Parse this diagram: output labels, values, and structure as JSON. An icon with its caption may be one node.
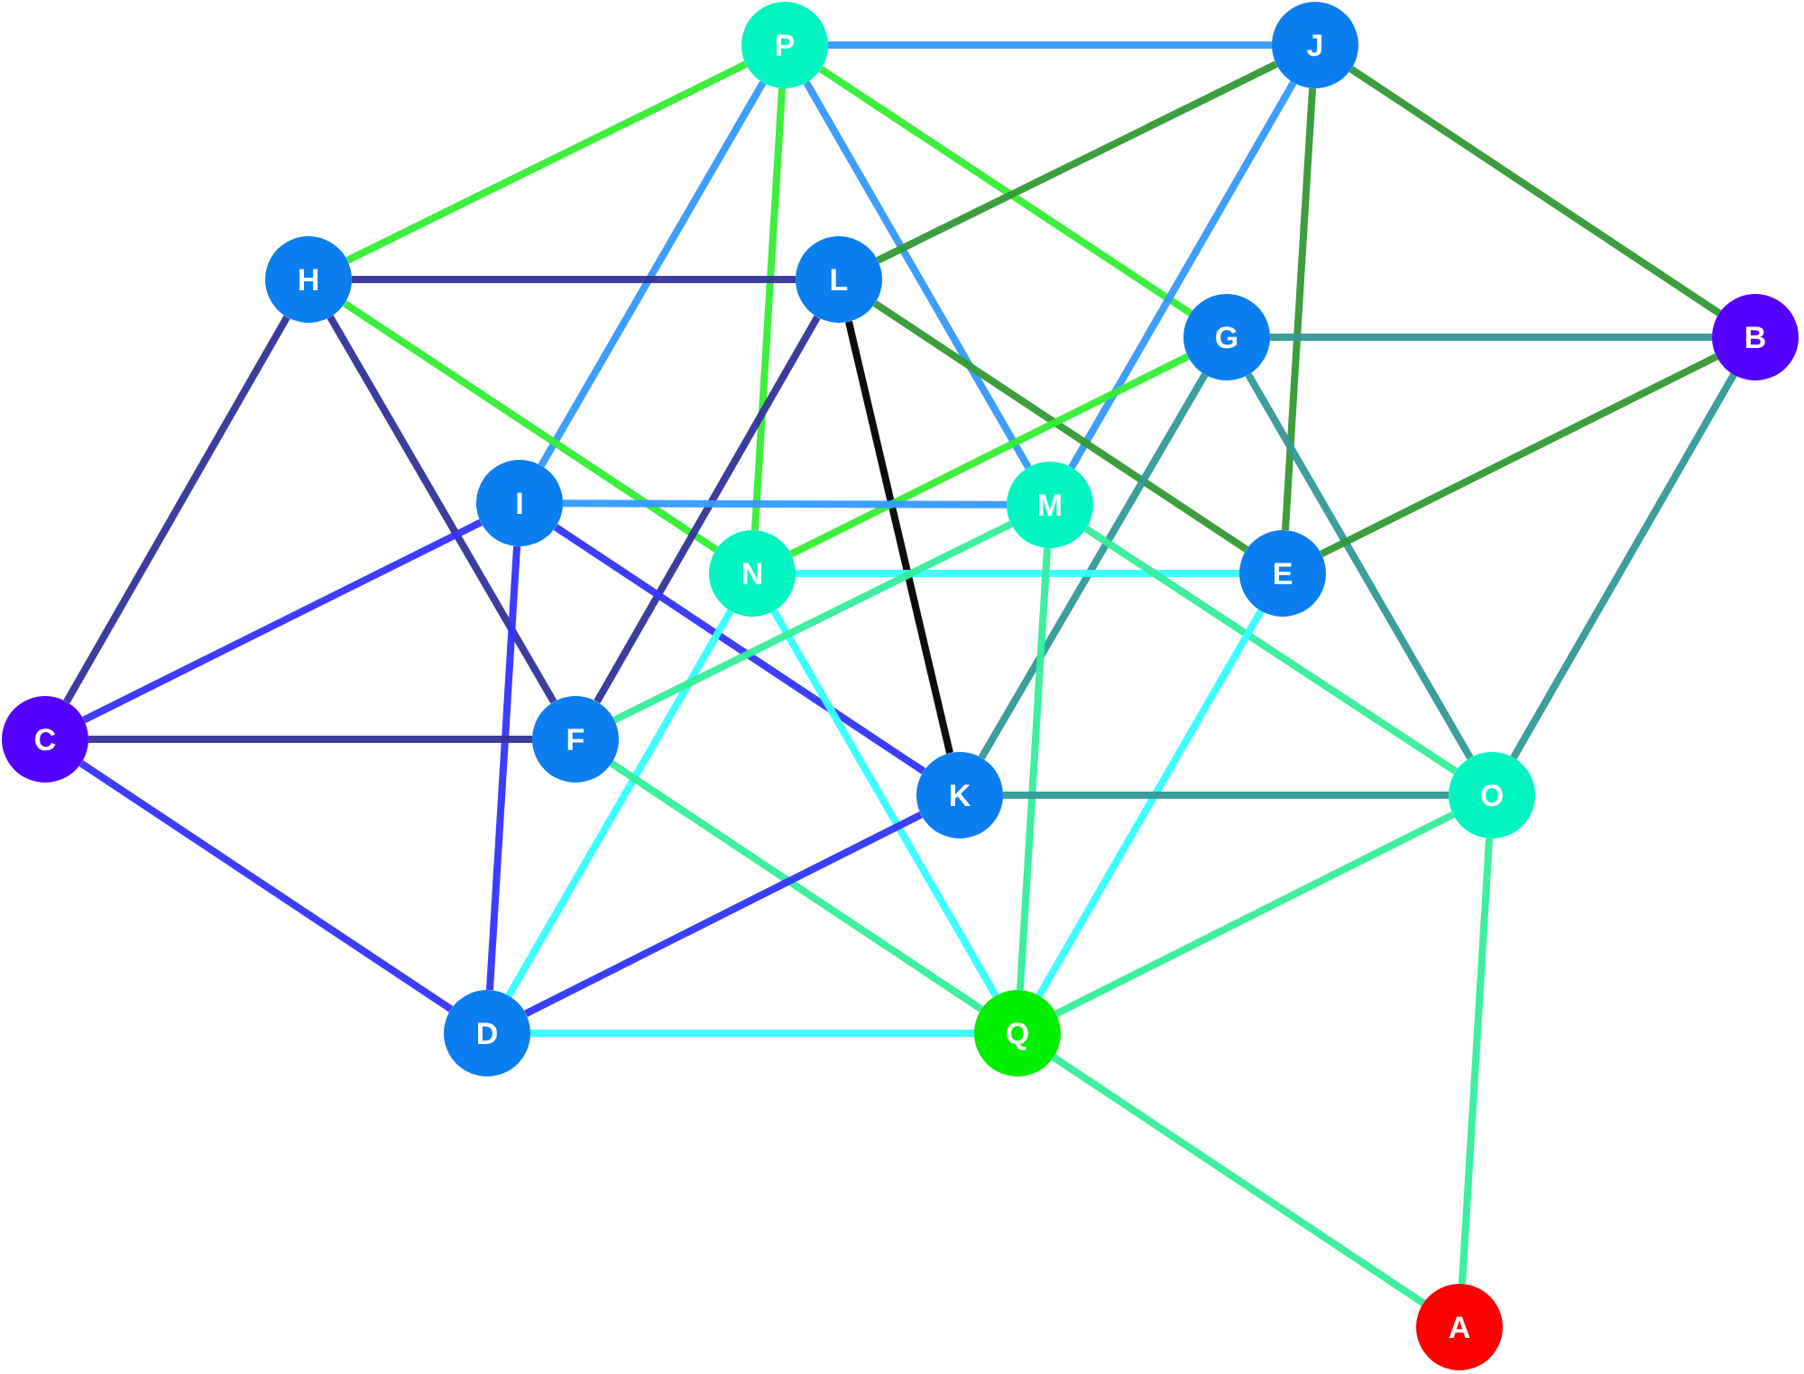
{
  "diagram": {
    "nodes": [
      {
        "text": [
          "P"
        ]
      },
      {
        "text": [
          "J"
        ]
      },
      {
        "text": [
          "H"
        ]
      },
      {
        "text": [
          "L"
        ]
      },
      {
        "text": [
          "G"
        ]
      },
      {
        "text": [
          "B"
        ]
      },
      {
        "text": [
          "I"
        ]
      },
      {
        "text": [
          "M"
        ]
      },
      {
        "text": [
          "N"
        ]
      },
      {
        "text": [
          "E"
        ]
      },
      {
        "text": [
          "C"
        ]
      },
      {
        "text": [
          "F"
        ]
      },
      {
        "text": [
          "K"
        ]
      },
      {
        "text": [
          "O"
        ]
      },
      {
        "text": [
          "D"
        ]
      },
      {
        "text": [
          "Q"
        ]
      },
      {
        "text": [
          "A"
        ]
      }
    ],
    "edges": [
      {
        "from": 0,
        "to": 1,
        "arrow": "none",
        "color": "#3399ff"
      },
      {
        "from": 0,
        "to": 2,
        "arrow": "none",
        "color": "#33ee33"
      },
      {
        "from": 0,
        "to": 8,
        "arrow": "none",
        "color": "#33ee33"
      },
      {
        "from": 0,
        "to": 4,
        "arrow": "none",
        "color": "#33ee33"
      },
      {
        "from": 0,
        "to": 6,
        "arrow": "none",
        "color": "#3399ff"
      },
      {
        "from": 0,
        "to": 7,
        "arrow": "none",
        "color": "#3399ff"
      },
      {
        "from": 1,
        "to": 3,
        "arrow": "none",
        "color": "#339933"
      },
      {
        "from": 1,
        "to": 5,
        "arrow": "none",
        "color": "#339933"
      },
      {
        "from": 1,
        "to": 9,
        "arrow": "none",
        "color": "#339933"
      },
      {
        "from": 1,
        "to": 7,
        "arrow": "none",
        "color": "#3399ff"
      },
      {
        "from": 2,
        "to": 3,
        "arrow": "none",
        "color": "#333399"
      },
      {
        "from": 2,
        "to": 8,
        "arrow": "none",
        "color": "#33ee33"
      },
      {
        "from": 2,
        "to": 10,
        "arrow": "none",
        "color": "#333399"
      },
      {
        "from": 2,
        "to": 11,
        "arrow": "none",
        "color": "#333399"
      },
      {
        "from": 3,
        "to": 11,
        "arrow": "none",
        "color": "#333399"
      },
      {
        "from": 3,
        "to": 12,
        "arrow": "none",
        "color": "#000000"
      },
      {
        "from": 3,
        "to": 9,
        "arrow": "none",
        "color": "#339933"
      },
      {
        "from": 4,
        "to": 5,
        "arrow": "none",
        "color": "#339999"
      },
      {
        "from": 4,
        "to": 8,
        "arrow": "none",
        "color": "#33ee33"
      },
      {
        "from": 4,
        "to": 12,
        "arrow": "none",
        "color": "#339999"
      },
      {
        "from": 4,
        "to": 13,
        "arrow": "none",
        "color": "#339999"
      },
      {
        "from": 5,
        "to": 9,
        "arrow": "none",
        "color": "#339933"
      },
      {
        "from": 5,
        "to": 13,
        "arrow": "none",
        "color": "#339999"
      },
      {
        "from": 6,
        "to": 7,
        "arrow": "none",
        "color": "#3399ff"
      },
      {
        "from": 6,
        "to": 10,
        "arrow": "none",
        "color": "#3333ff"
      },
      {
        "from": 6,
        "to": 12,
        "arrow": "none",
        "color": "#3333ff"
      },
      {
        "from": 6,
        "to": 14,
        "arrow": "none",
        "color": "#3333ff"
      },
      {
        "from": 8,
        "to": 9,
        "arrow": "none",
        "color": "#33ffff"
      },
      {
        "from": 8,
        "to": 14,
        "arrow": "none",
        "color": "#33ffff"
      },
      {
        "from": 8,
        "to": 15,
        "arrow": "none",
        "color": "#33ffff"
      },
      {
        "from": 7,
        "to": 11,
        "arrow": "none",
        "color": "#33ee99"
      },
      {
        "from": 7,
        "to": 15,
        "arrow": "none",
        "color": "#33ee99"
      },
      {
        "from": 7,
        "to": 13,
        "arrow": "none",
        "color": "#33ee99"
      },
      {
        "from": 9,
        "to": 15,
        "arrow": "none",
        "color": "#33ffff"
      },
      {
        "from": 10,
        "to": 11,
        "arrow": "none",
        "color": "#333399"
      },
      {
        "from": 10,
        "to": 14,
        "arrow": "none",
        "color": "#3333ff"
      },
      {
        "from": 11,
        "to": 15,
        "arrow": "none",
        "color": "#33ee99"
      },
      {
        "from": 12,
        "to": 13,
        "arrow": "none",
        "color": "#339999"
      },
      {
        "from": 12,
        "to": 14,
        "arrow": "none",
        "color": "#3333ff"
      },
      {
        "from": 14,
        "to": 15,
        "arrow": "none",
        "color": "#33ffff"
      },
      {
        "from": 15,
        "to": 13,
        "arrow": "none",
        "color": "#33ee99"
      },
      {
        "from": 15,
        "to": 16,
        "arrow": "none",
        "color": "#33ee99"
      },
      {
        "from": 13,
        "to": 16,
        "arrow": "none",
        "color": "#33ee99"
      }
    ]
  }
}
